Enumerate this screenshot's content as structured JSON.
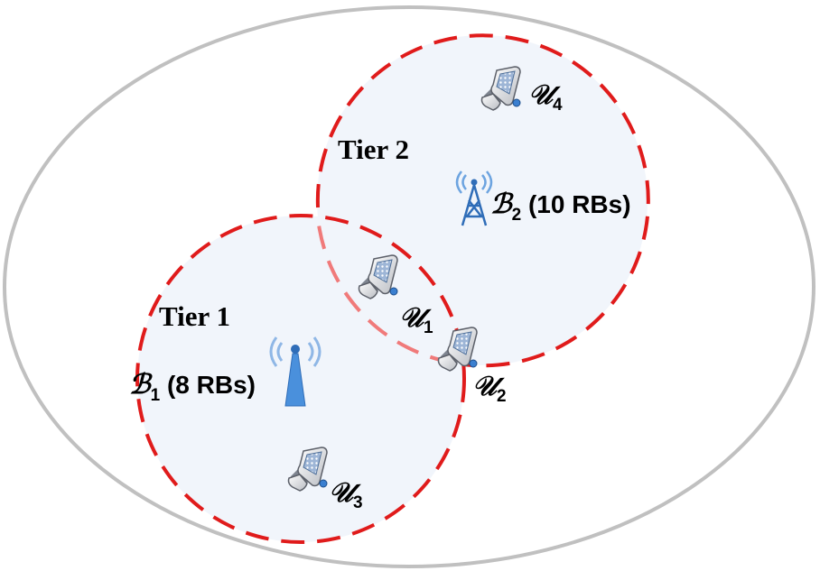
{
  "diagram": {
    "tiers": [
      {
        "label": "Tier 1"
      },
      {
        "label": "Tier 2"
      }
    ],
    "base_stations": [
      {
        "letter": "ℬ",
        "sub": "1",
        "suffix": " (8 RBs)"
      },
      {
        "letter": "ℬ",
        "sub": "2",
        "suffix": " (10 RBs)"
      }
    ],
    "users": [
      {
        "letter": "𝒰",
        "sub": "1"
      },
      {
        "letter": "𝒰",
        "sub": "2"
      },
      {
        "letter": "𝒰",
        "sub": "3"
      },
      {
        "letter": "𝒰",
        "sub": "4"
      }
    ],
    "colors": {
      "cell_border": "#e01b1b",
      "cell_fill": "#f1f5fb",
      "overlap_border": "#f07a7a",
      "outer_border": "#c0c0c0",
      "tower": "#3f88d6",
      "phone_body": "#e9eaec",
      "phone_screen": "#8fa8c8"
    }
  }
}
